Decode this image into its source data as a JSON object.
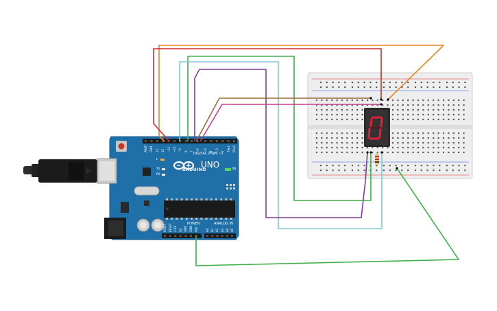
{
  "arduino": {
    "brand": "ARDUINO",
    "model": "UNO",
    "digital_label": "DIGITAL (PWM ~)",
    "power_label": "POWER",
    "analog_label": "ANALOG IN",
    "led_l": "L",
    "led_tx": "TX",
    "led_rx": "RX",
    "on_label": "ON",
    "digital_pins": [
      "AREF",
      "GND",
      "13",
      "12",
      "~11",
      "~10",
      "~9",
      "8",
      "7",
      "~6",
      "~5",
      "4",
      "~3",
      "2",
      "TX▸1",
      "RX◂0"
    ],
    "power_pins": [
      "IOREF",
      "RESET",
      "3.3V",
      "5V",
      "GND",
      "GND",
      "VIN"
    ],
    "analog_pins": [
      "A0",
      "A1",
      "A2",
      "A3",
      "A4",
      "A5"
    ]
  },
  "seven_segment": {
    "digit": "0"
  },
  "wire_colors": {
    "orange": "#e8821f",
    "red": "#d0272c",
    "cyan": "#7fc6d3",
    "green": "#3fae49",
    "purple": "#7d3c98",
    "brown": "#9b6a3c",
    "magenta": "#c73c8c"
  }
}
